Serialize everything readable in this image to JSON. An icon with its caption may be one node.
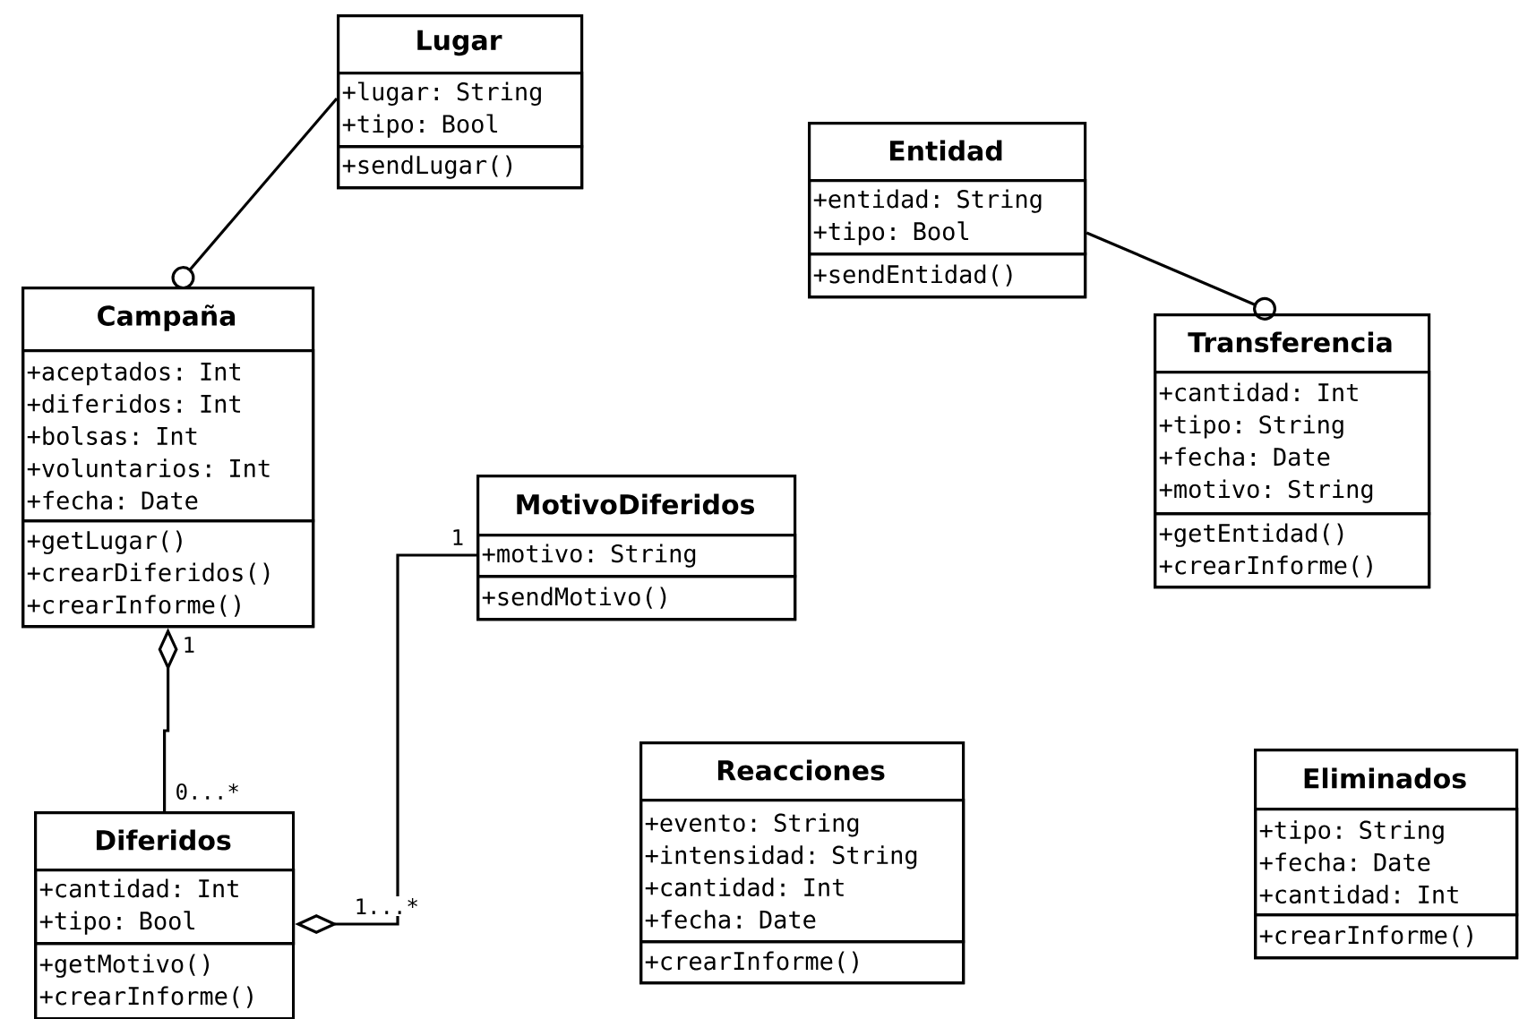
{
  "diagram": {
    "nodes": [
      {
        "text": [
          "Lugar"
        ]
      },
      {
        "text": [
          "+lugar: String",
          "+tipo: Bool"
        ],
        "in": 0
      },
      {
        "text": [
          "+sendLugar()"
        ],
        "in": 0
      },
      {
        "text": [
          "Entidad"
        ]
      },
      {
        "text": [
          "+entidad: String",
          "+tipo: Bool"
        ],
        "in": 3
      },
      {
        "text": [
          "+sendEntidad()"
        ],
        "in": 3
      },
      {
        "text": [
          "Campaña"
        ]
      },
      {
        "text": [
          "+aceptados: Int",
          "+diferidos: Int",
          "+bolsas: Int",
          "+voluntarios: Int",
          "+fecha: Date"
        ],
        "in": 6
      },
      {
        "text": [
          "+getLugar()",
          "+crearDiferidos()",
          "+crearInforme()"
        ],
        "in": 6
      },
      {
        "text": [
          "Transferencia"
        ]
      },
      {
        "text": [
          "+cantidad: Int",
          "+tipo: String",
          "+fecha: Date",
          "+motivo: String"
        ],
        "in": 9
      },
      {
        "text": [
          "+getEntidad()",
          "+crearInforme()"
        ],
        "in": 9
      },
      {
        "text": [
          "MotivoDiferidos"
        ]
      },
      {
        "text": [
          "+motivo: String"
        ],
        "in": 12
      },
      {
        "text": [
          "+sendMotivo()"
        ],
        "in": 12
      },
      {
        "text": [
          "Reacciones"
        ]
      },
      {
        "text": [
          "+evento: String",
          "+intensidad: String",
          "+cantidad: Int",
          "+fecha: Date"
        ],
        "in": 15
      },
      {
        "text": [
          "+crearInforme()"
        ],
        "in": 15
      },
      {
        "text": [
          "Eliminados"
        ]
      },
      {
        "text": [
          "+tipo: String",
          "+fecha: Date",
          "+cantidad: Int"
        ],
        "in": 18
      },
      {
        "text": [
          "+crearInforme()"
        ],
        "in": 18
      },
      {
        "text": [
          "Diferidos"
        ]
      },
      {
        "text": [
          "+cantidad: Int",
          "+tipo: Bool"
        ],
        "in": 21
      },
      {
        "text": [
          "+getMotivo()",
          "+crearInforme()"
        ],
        "in": 21
      }
    ],
    "edges": [
      {
        "from": 0,
        "to": 6,
        "arrow": "other"
      },
      {
        "from": 3,
        "to": 9,
        "arrow": "other"
      },
      {
        "from": 6,
        "to": 21,
        "arrow": "other"
      },
      {
        "from": 21,
        "to": 12,
        "arrow": "other"
      }
    ],
    "labels": [
      "1",
      "1",
      "0...*",
      "1...*"
    ]
  }
}
